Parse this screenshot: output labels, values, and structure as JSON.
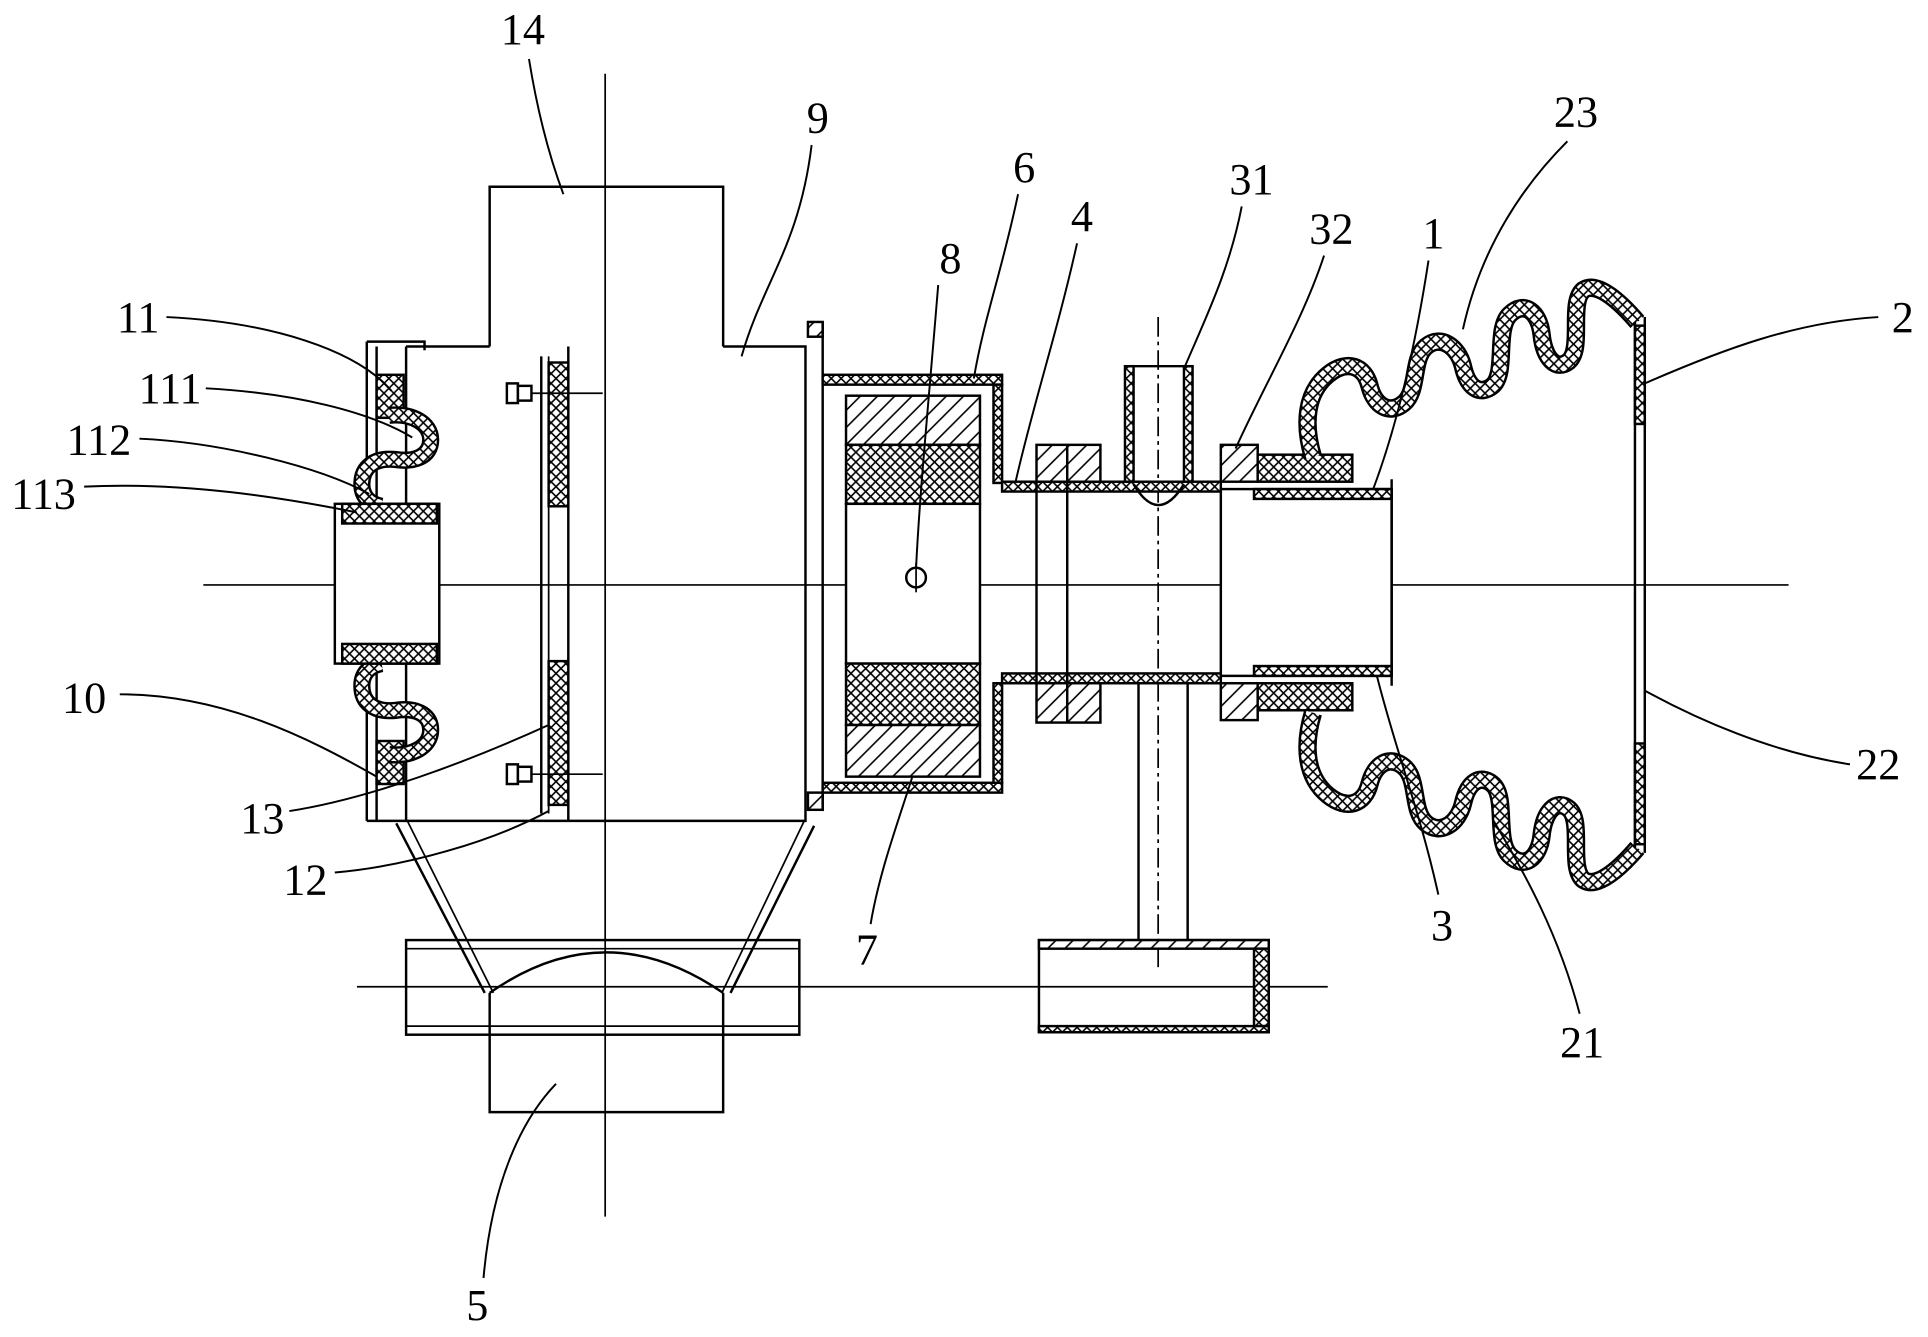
{
  "labels": {
    "p14": "14",
    "p9": "9",
    "p6": "6",
    "p4": "4",
    "p31": "31",
    "p32": "32",
    "p1": "1",
    "p23": "23",
    "p2": "2",
    "p8": "8",
    "p11": "11",
    "p111": "111",
    "p112": "112",
    "p113": "113",
    "p10": "10",
    "p13": "13",
    "p12": "12",
    "p7": "7",
    "p5": "5",
    "p3": "3",
    "p21": "21",
    "p22": "22"
  }
}
